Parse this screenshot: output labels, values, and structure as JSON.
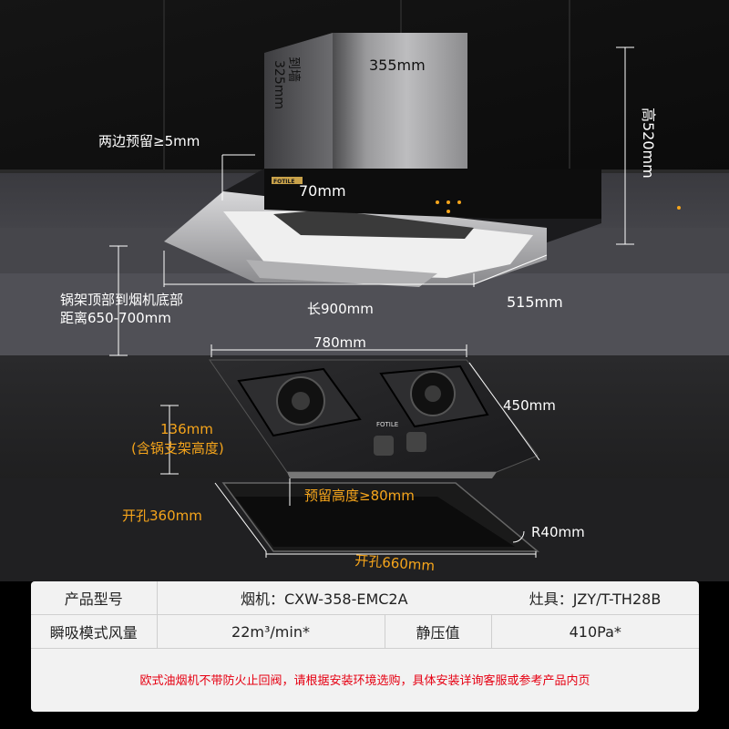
{
  "dimensions": {
    "chimney_width": "355mm",
    "to_wall": "到墙",
    "to_wall_value": "325mm",
    "side_clearance": "两边预留≥5mm",
    "panel_thickness": "70mm",
    "height": "高520mm",
    "hood_length": "长900mm",
    "hood_depth": "515mm",
    "pot_distance_line1": "锅架顶部到烟机底部",
    "pot_distance_line2": "距离650-700mm",
    "stove_width": "780mm",
    "stove_depth": "450mm",
    "stove_height_line1": "136mm",
    "stove_height_line2": "(含锅支架高度)",
    "reserve_height": "预留高度≥80mm",
    "cutout_depth": "开孔360mm",
    "corner_radius": "R40mm",
    "cutout_width": "开孔660mm"
  },
  "brand": "FOTILE",
  "stove_brand": "FOTILE",
  "spec_table": {
    "rows": [
      {
        "label": "产品型号",
        "c1": "烟机：CXW-358-EMC2A",
        "c2": "灶具：JZY/T-TH28B"
      },
      {
        "label": "瞬吸模式风量",
        "c1": "22m³/min*",
        "c2": "静压值",
        "c3": "410Pa*"
      }
    ],
    "note": "欧式油烟机不带防火止回阀，请根据安装环境选购，具体安装详询客服或参考产品内页"
  },
  "colors": {
    "accent_orange": "#f6a51b",
    "warning_red": "#e60012"
  }
}
